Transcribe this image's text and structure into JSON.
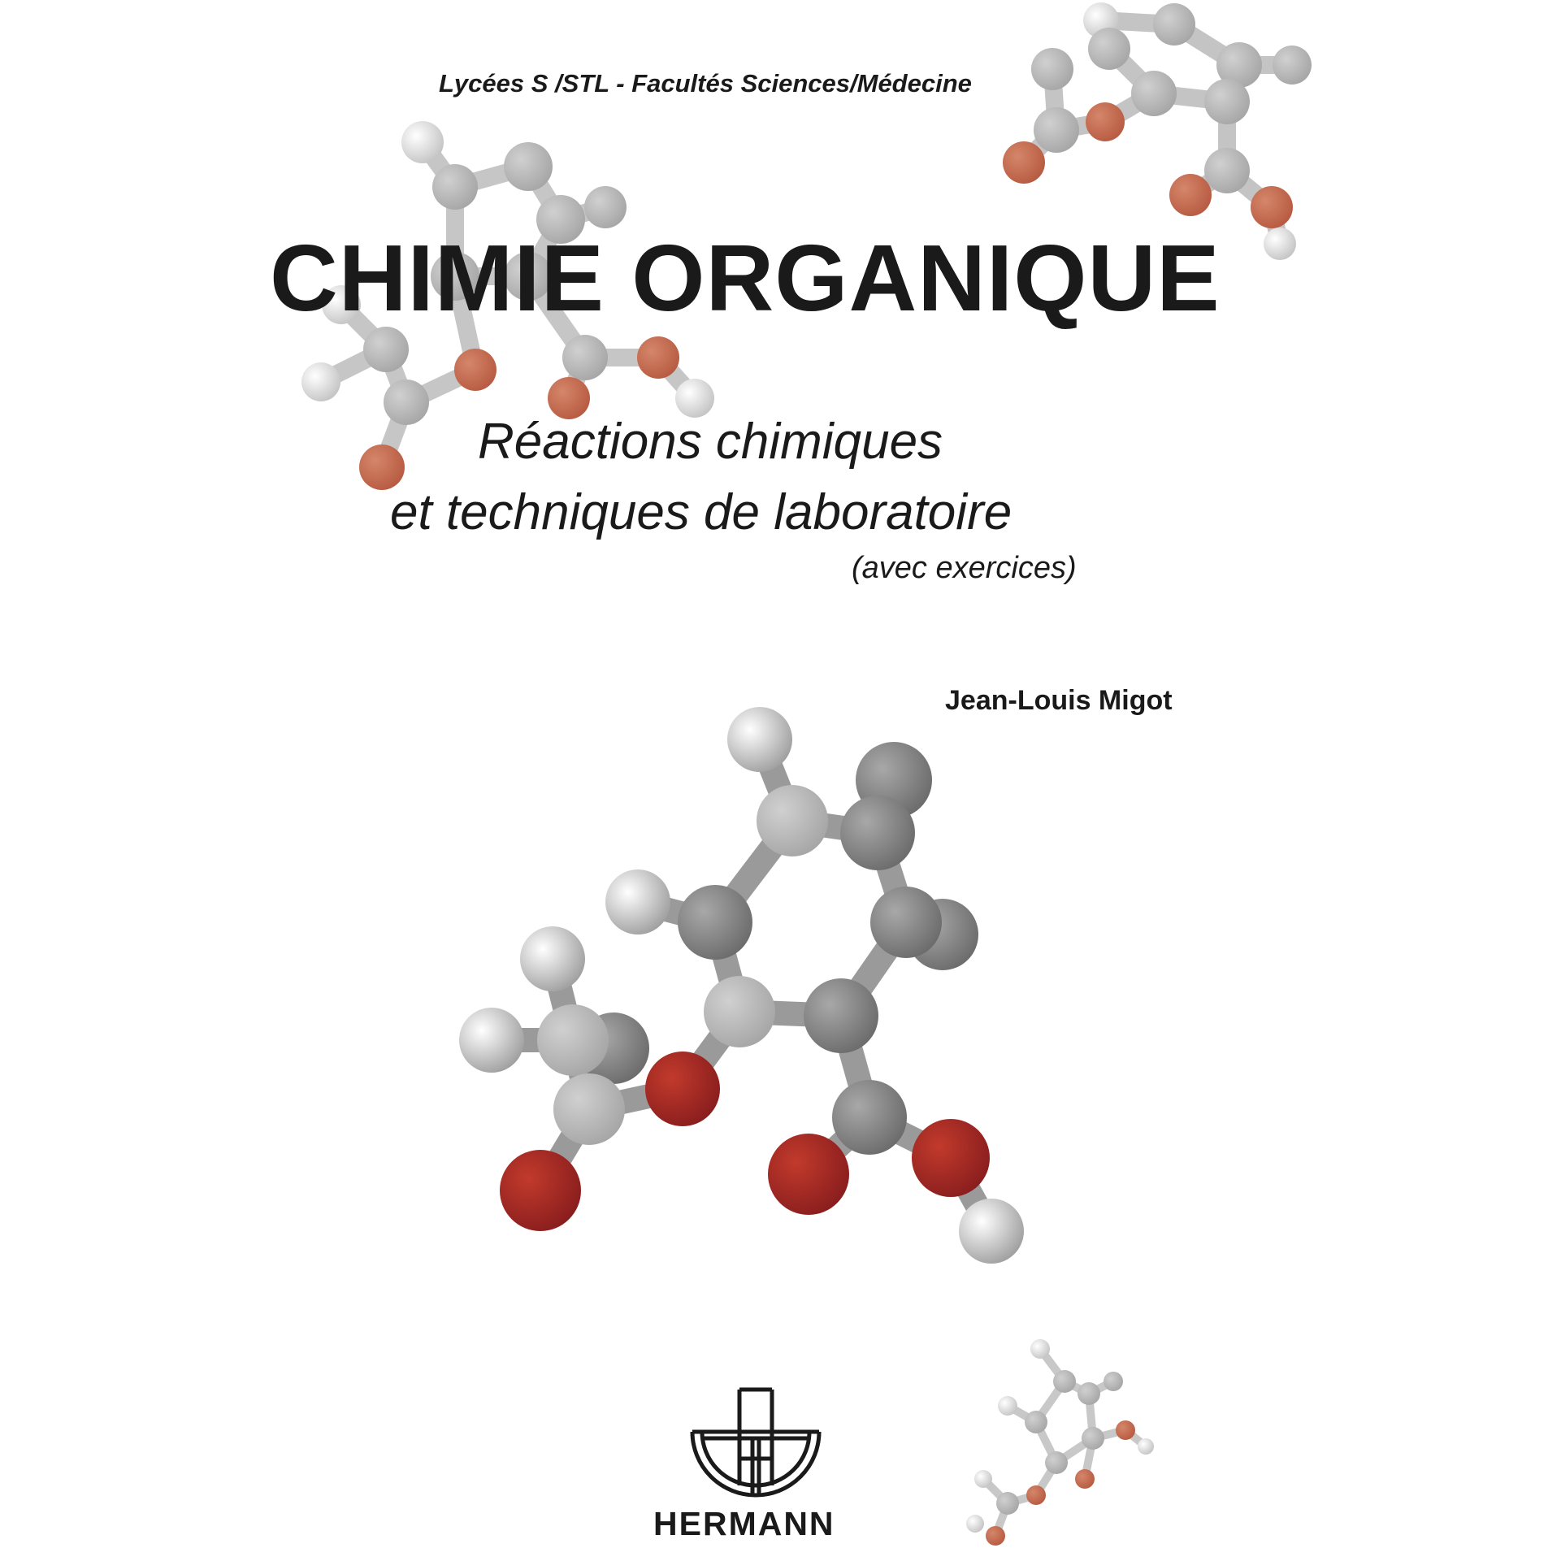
{
  "cover": {
    "series": "Lycées S /STL - Facultés Sciences/Médecine",
    "title": "CHIMIE ORGANIQUE",
    "subtitle_line1": "Réactions chimiques",
    "subtitle_line2": "et techniques de laboratoire",
    "subtitle_note": "(avec exercices)",
    "author": "Jean-Louis Migot",
    "publisher": "HERMANN"
  },
  "colors": {
    "text": "#1a1a1a",
    "oxygen_main": "#9e2424",
    "oxygen_faded": "#c0694e",
    "carbon": "#7a7a7a",
    "carbon_faded": "#b8b8b8",
    "hydrogen": "#d9d9d9"
  },
  "illustration": {
    "molecule": "aspirin-ball-and-stick-model"
  }
}
